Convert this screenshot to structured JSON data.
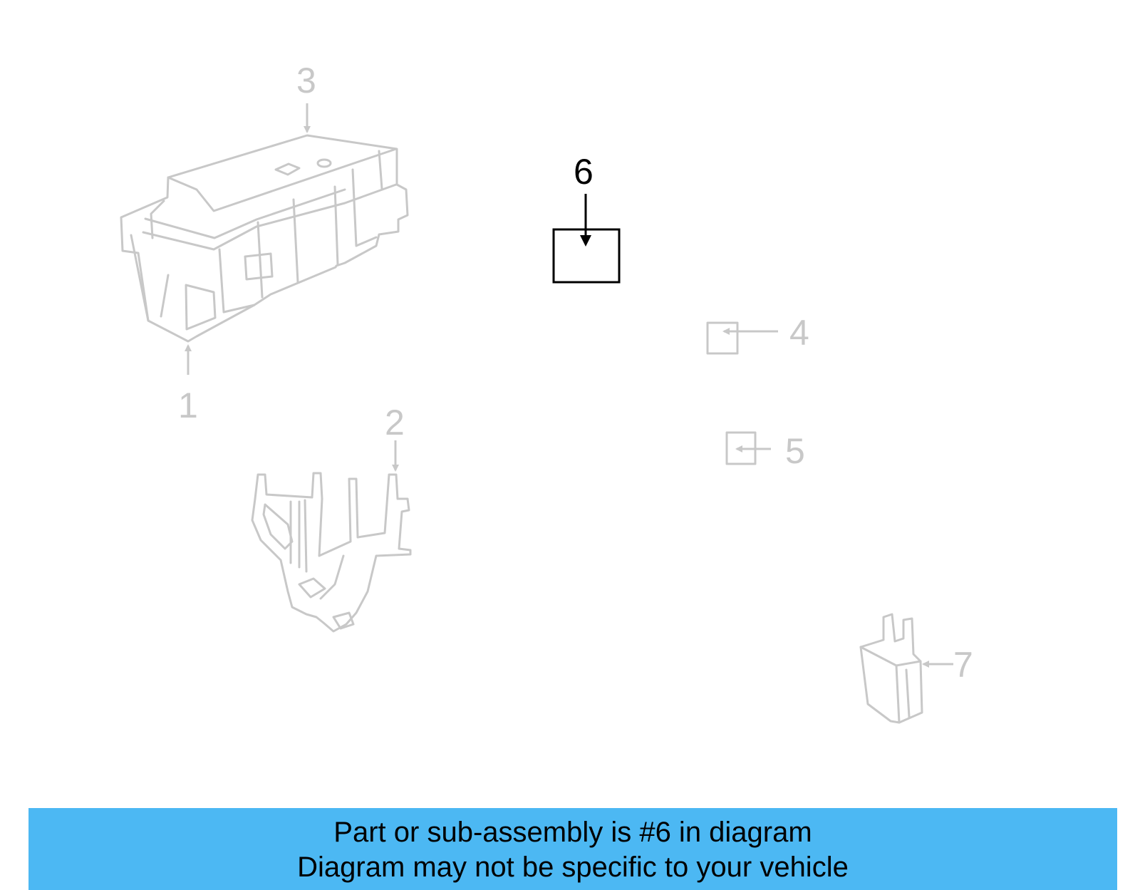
{
  "callouts": {
    "c1": "1",
    "c2": "2",
    "c3": "3",
    "c4": "4",
    "c5": "5",
    "c6": "6",
    "c7": "7"
  },
  "highlighted_callout": "6",
  "banner": {
    "line1": "Part or sub-assembly is #6 in diagram",
    "line2": "Diagram may not be specific to your vehicle",
    "background": "#4cb8f3"
  },
  "colors": {
    "inactive_part": "#c8c8c8",
    "active_part": "#000000"
  }
}
